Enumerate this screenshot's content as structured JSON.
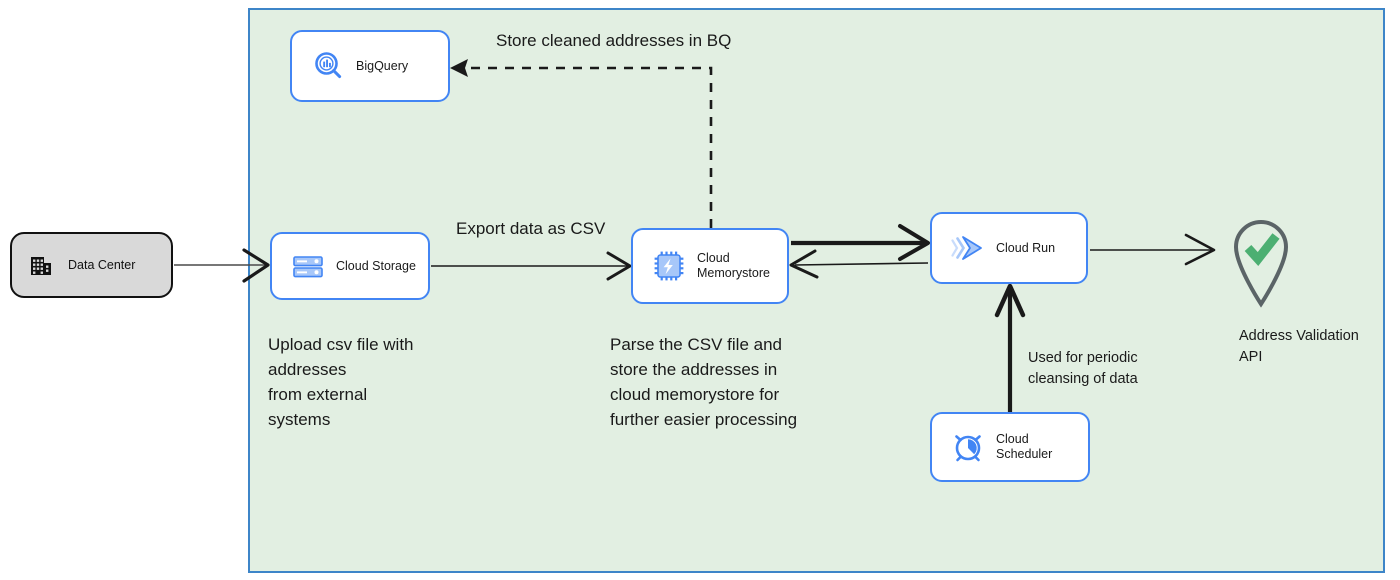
{
  "diagram": {
    "title_present": false,
    "container": {
      "name": "gcp-boundary",
      "fill": "#e2efe2",
      "border": "#3d85c8"
    },
    "colors": {
      "node_border": "#4285f4",
      "node_fill": "#ffffff",
      "icon_blue": "#4285f4",
      "icon_blue_light": "#a7c7f9",
      "external_fill": "#d9d9d9",
      "external_border": "#111111",
      "check_green": "#4caf72",
      "pin_gray": "#5b6467",
      "edge_black": "#1a1a1a",
      "text": "#1a1a1a"
    },
    "nodes": [
      {
        "id": "datacenter",
        "label": "Data Center",
        "icon": "building-icon",
        "external": true
      },
      {
        "id": "bigquery",
        "label": "BigQuery",
        "icon": "bigquery-icon",
        "external": false
      },
      {
        "id": "cloudstorage",
        "label": "Cloud Storage",
        "icon": "cloud-storage-icon",
        "external": false
      },
      {
        "id": "memorystore",
        "label": "Cloud\nMemorystore",
        "icon": "memorystore-icon",
        "external": false
      },
      {
        "id": "cloudrun",
        "label": "Cloud Run",
        "icon": "cloud-run-icon",
        "external": false
      },
      {
        "id": "scheduler",
        "label": "Cloud Scheduler",
        "icon": "cloud-scheduler-icon",
        "external": false
      },
      {
        "id": "addressapi",
        "label": "Address Validation\nAPI",
        "icon": "map-pin-check-icon",
        "external": false
      }
    ],
    "edge_labels": {
      "store_bq": "Store cleaned addresses in BQ",
      "export_csv": "Export data as CSV",
      "periodic": "Used for periodic\ncleansing of data"
    },
    "captions": {
      "upload": "Upload csv file with\naddresses\nfrom external\nsystems",
      "parse": "Parse the CSV file and\nstore the addresses in\ncloud  memorystore for\nfurther easier processing"
    },
    "edges": [
      {
        "from": "datacenter",
        "to": "cloudstorage",
        "style": "solid",
        "weight": "thin",
        "direction": "forward"
      },
      {
        "from": "cloudstorage",
        "to": "memorystore",
        "style": "solid",
        "weight": "thin",
        "direction": "forward",
        "label": "Export data as CSV"
      },
      {
        "from": "memorystore",
        "to": "bigquery",
        "style": "dashed",
        "weight": "thin",
        "direction": "forward",
        "label": "Store cleaned addresses in BQ"
      },
      {
        "from": "memorystore",
        "to": "cloudrun",
        "style": "solid",
        "weight": "thick",
        "direction": "forward"
      },
      {
        "from": "cloudrun",
        "to": "memorystore",
        "style": "solid",
        "weight": "thin",
        "direction": "forward"
      },
      {
        "from": "cloudrun",
        "to": "addressapi",
        "style": "solid",
        "weight": "thin",
        "direction": "forward"
      },
      {
        "from": "scheduler",
        "to": "cloudrun",
        "style": "solid",
        "weight": "thick",
        "direction": "forward",
        "label": "Used for periodic\ncleansing of data"
      }
    ]
  }
}
